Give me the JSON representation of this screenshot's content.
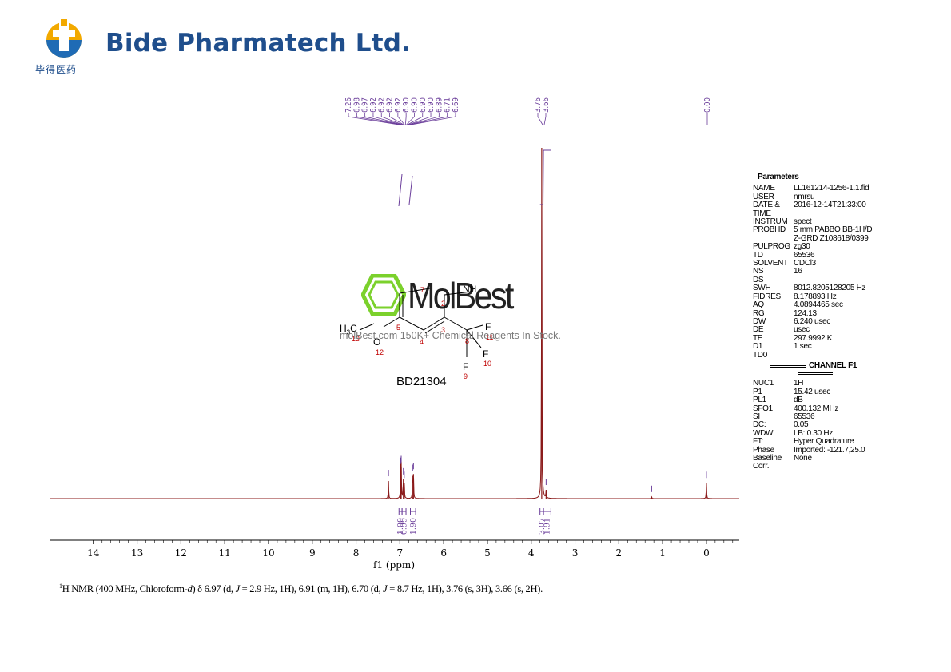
{
  "header": {
    "company": "Bide Pharmatech Ltd.",
    "company_cn": "毕得医药"
  },
  "chart_data": {
    "type": "line",
    "xlabel": "f1 (ppm)",
    "xlim": [
      15.0,
      -0.75
    ],
    "x_reversed": true,
    "xticks": [
      14,
      13,
      12,
      11,
      10,
      9,
      8,
      7,
      6,
      5,
      4,
      3,
      2,
      1,
      0
    ],
    "peaks": [
      {
        "shift": 7.26,
        "height": 0.05
      },
      {
        "shift": 6.98,
        "height": 0.085
      },
      {
        "shift": 6.97,
        "height": 0.09
      },
      {
        "shift": 6.92,
        "height": 0.055
      },
      {
        "shift": 6.9,
        "height": 0.045
      },
      {
        "shift": 6.71,
        "height": 0.065
      },
      {
        "shift": 6.69,
        "height": 0.07
      },
      {
        "shift": 3.76,
        "height": 1.0
      },
      {
        "shift": 3.66,
        "height": 0.025
      },
      {
        "shift": 1.25,
        "height": 0.005
      },
      {
        "shift": 0.0,
        "height": 0.045
      }
    ],
    "peak_labels_aromatic": [
      "7.26",
      "6.98",
      "6.97",
      "6.92",
      "6.92",
      "6.92",
      "6.92",
      "6.90",
      "6.90",
      "6.90",
      "6.90",
      "6.89",
      "6.71",
      "6.69"
    ],
    "peak_labels_mid": [
      "3.76",
      "3.66"
    ],
    "peak_labels_right": [
      "0.00"
    ],
    "integrals": [
      {
        "from": 7.02,
        "to": 6.95,
        "value": "1.00"
      },
      {
        "from": 6.95,
        "to": 6.86,
        "value": "0.99"
      },
      {
        "from": 6.76,
        "to": 6.64,
        "value": "1.90"
      },
      {
        "from": 3.8,
        "to": 3.72,
        "value": "3.07"
      },
      {
        "from": 3.72,
        "to": 3.55,
        "value": "1.91"
      }
    ]
  },
  "parameters": {
    "title": "Parameters",
    "rows": [
      {
        "key": "NAME",
        "value": "LL161214-1256-1.1.fid"
      },
      {
        "key": "USER",
        "value": "nmrsu"
      },
      {
        "key": "DATE &",
        "value": "2016-12-14T21:33:00"
      },
      {
        "key": "TIME",
        "value": ""
      },
      {
        "key": "INSTRUM",
        "value": "spect"
      },
      {
        "key": "PROBHD",
        "value": "5 mm PABBO BB-1H/D"
      },
      {
        "key": "",
        "value": "Z-GRD Z108618/0399"
      },
      {
        "key": "PULPROG",
        "value": "zg30"
      },
      {
        "key": "TD",
        "value": "65536"
      },
      {
        "key": "SOLVENT",
        "value": "CDCl3"
      },
      {
        "key": "NS",
        "value": "16"
      },
      {
        "key": "DS",
        "value": ""
      },
      {
        "key": "SWH",
        "value": "8012.8205128205 Hz"
      },
      {
        "key": "FIDRES",
        "value": "8.178893 Hz"
      },
      {
        "key": "AQ",
        "value": "4.0894465 sec"
      },
      {
        "key": "RG",
        "value": "124.13"
      },
      {
        "key": "DW",
        "value": "6.240 usec"
      },
      {
        "key": "DE",
        "value": "usec"
      },
      {
        "key": "TE",
        "value": "297.9992 K"
      },
      {
        "key": "D1",
        "value": "1 sec"
      },
      {
        "key": "TD0",
        "value": ""
      }
    ],
    "channel": "CHANNEL F1",
    "channel_rows": [
      {
        "key": "NUC1",
        "value": "1H"
      },
      {
        "key": "P1",
        "value": "15.42 usec"
      },
      {
        "key": "PL1",
        "value": "dB"
      },
      {
        "key": "SFO1",
        "value": "400.132 MHz"
      },
      {
        "key": "SI",
        "value": "65536"
      },
      {
        "key": "DC:",
        "value": "0.05"
      },
      {
        "key": "WDW:",
        "value": "LB: 0.30 Hz"
      },
      {
        "key": "FT:",
        "value": "Hyper Quadrature"
      },
      {
        "key": "Phase",
        "value": "Imported: -121.7,25.0"
      },
      {
        "key": "Baseline",
        "value": "None"
      },
      {
        "key": "Corr.",
        "value": ""
      }
    ]
  },
  "structure": {
    "compound_id": "BD21304",
    "atoms": {
      "h3c": "H",
      "h3c_sub": "3",
      "h3c_c": "C",
      "o": "O",
      "f1": "F",
      "f2": "F",
      "f3": "F",
      "nh2": "NH"
    },
    "numbers": {
      "n13": "13",
      "n12": "12",
      "n5": "5",
      "n4": "4",
      "n3": "3",
      "n2": "2",
      "n7": "7",
      "n8": "8",
      "n9": "9",
      "n10": "10",
      "n11": "11"
    }
  },
  "watermark": {
    "brand": "MolBest",
    "text": "molBest.com 150K+ Chemical Reagents In Stock."
  },
  "caption": {
    "sup": "1",
    "pre": "H NMR (400 MHz, Chloroform-",
    "italic_d": "d",
    "post": ") δ 6.97 (d, ",
    "j1": "J",
    "mid1": " = 2.9 Hz, 1H), 6.91 (m, 1H), 6.70 (d, ",
    "j2": "J",
    "mid2": " = 8.7 Hz, 1H), 3.76 (s, 3H), 3.66 (s, 2H)."
  },
  "colors": {
    "spectrum": "#8b1a1a",
    "annotation": "#6a3d9a",
    "brand": "#1f4e8c",
    "structure_numbers": "#c00000"
  }
}
